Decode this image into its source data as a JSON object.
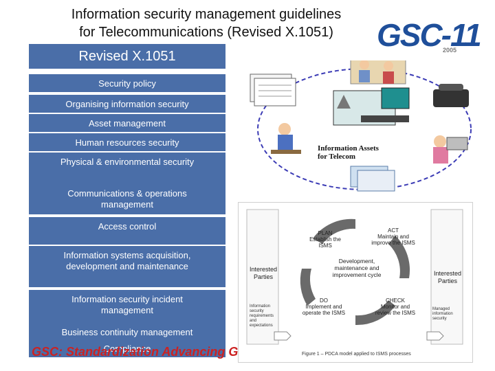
{
  "title_line1": "Information security management guidelines",
  "title_line2": "for Telecommunications (Revised X.1051)",
  "logo": {
    "text": "GSC-11",
    "year": "2005"
  },
  "header": "Revised X.1051",
  "items": [
    "Security policy",
    "Organising information security",
    "Asset management",
    "Human resources security",
    "Physical & environmental security",
    "Communications & operations management",
    "Access control",
    "Information systems acquisition, development and maintenance",
    "Information security incident management",
    "Business continuity management",
    "Compliance"
  ],
  "footer_partial": "GSC: Standardization Advancing G",
  "asset_label_line1": "Information Assets",
  "asset_label_line2": "for Telecom",
  "pdca": {
    "plan_title": "PLAN",
    "plan_sub": "Establish the ISMS",
    "act_title": "ACT",
    "act_sub": "Maintain and improve the ISMS",
    "center": "Development, maintenance and improvement cycle",
    "do_title": "DO",
    "do_sub": "Implement and operate the ISMS",
    "check_title": "CHECK",
    "check_sub": "Monitor and review the ISMS",
    "left_label": "Interested Parties",
    "right_label": "Interested Parties",
    "left_small": "Information security requirements and expectations",
    "right_small": "Managed information security",
    "caption": "Figure 1 – PDCA model applied to ISMS processes"
  },
  "colors": {
    "box_blue": "#4a6ea8",
    "logo_blue": "#1f4f9a",
    "footer_red": "#cc2222"
  }
}
